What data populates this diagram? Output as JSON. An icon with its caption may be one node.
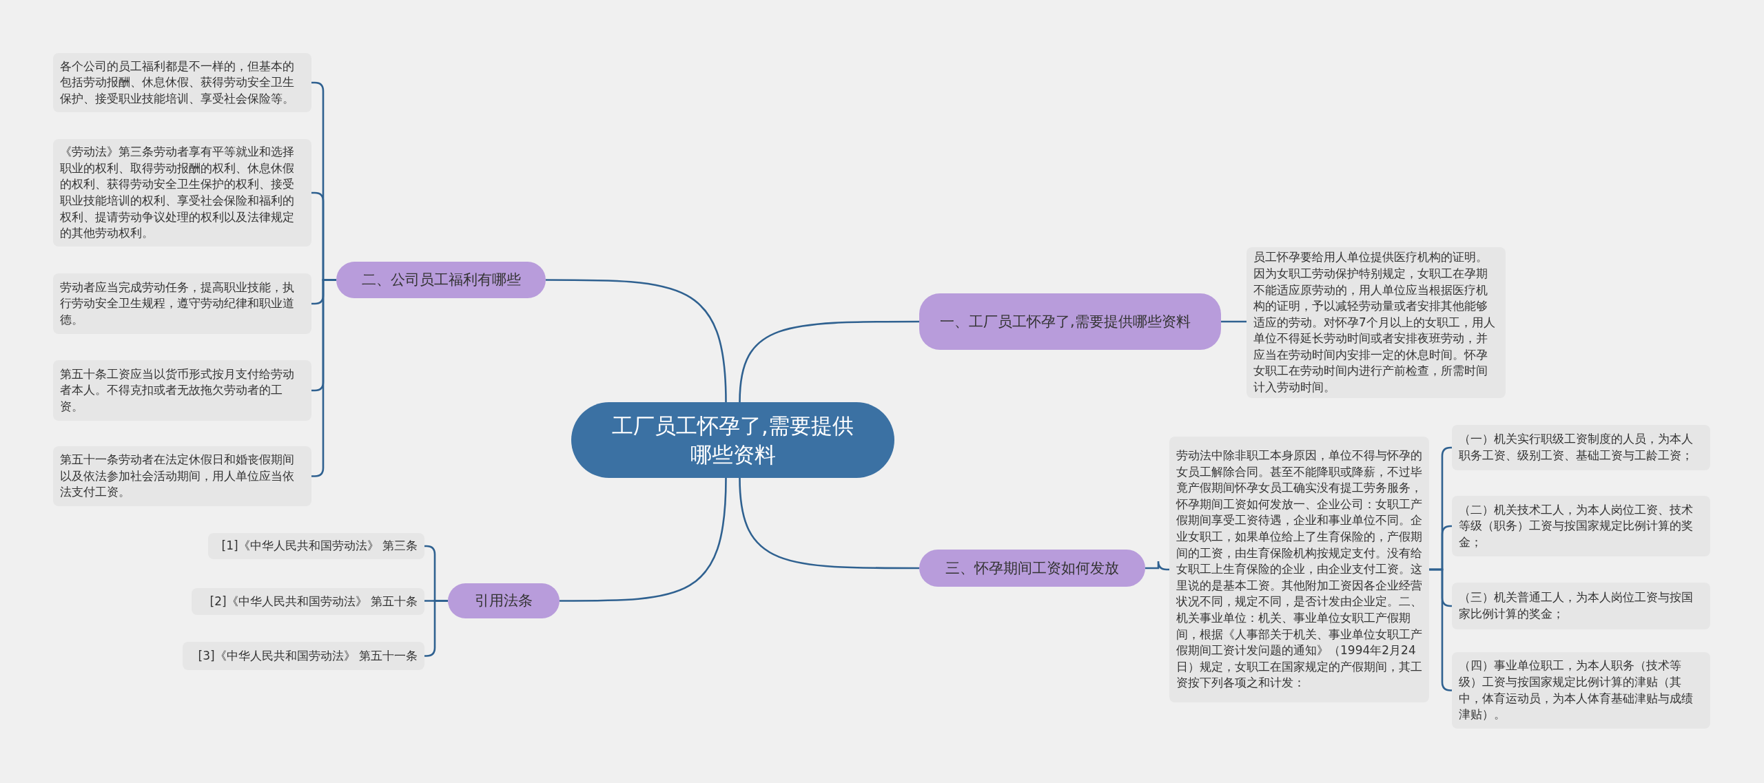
{
  "diagram": {
    "nodes": [
      {
        "text": [
          "工厂员工怀孕了,需要提供哪些资料"
        ]
      },
      {
        "text": [
          "一、工厂员工怀孕了,需要提供哪些资料"
        ]
      },
      {
        "text": [
          "员工怀孕要给用人单位提供医疗机构的证明。因为女职工劳动保护特别规定，女职工在孕期不能适应原劳动的，用人单位应当根据医疗机构的证明，予以减轻劳动量或者安排其他能够适应的劳动。对怀孕7个月以上的女职工，用人单位不得延长劳动时间或者安排夜班劳动，并应当在劳动时间内安排一定的休息时间。怀孕女职工在劳动时间内进行产前检查，所需时间计入劳动时间。"
        ]
      },
      {
        "text": [
          "二、公司员工福利有哪些"
        ]
      },
      {
        "text": [
          "各个公司的员工福利都是不一样的，但基本的包括劳动报酬、休息休假、获得劳动安全卫生保护、接受职业技能培训、享受社会保险等。"
        ]
      },
      {
        "text": [
          "《劳动法》第三条劳动者享有平等就业和选择职业的权利、取得劳动报酬的权利、休息休假的权利、获得劳动安全卫生保护的权利、接受职业技能培训的权利、享受社会保险和福利的权利、提请劳动争议处理的权利以及法律规定的其他劳动权利。"
        ]
      },
      {
        "text": [
          "劳动者应当完成劳动任务，提高职业技能，执行劳动安全卫生规程，遵守劳动纪律和职业道德。"
        ]
      },
      {
        "text": [
          "第五十条工资应当以货币形式按月支付给劳动者本人。不得克扣或者无故拖欠劳动者的工资。"
        ]
      },
      {
        "text": [
          "第五十一条劳动者在法定休假日和婚丧假期间以及依法参加社会活动期间，用人单位应当依法支付工资。"
        ]
      },
      {
        "text": [
          "三、怀孕期间工资如何发放"
        ]
      },
      {
        "text": [
          "劳动法中除非职工本身原因，单位不得与怀孕的女员工解除合同。甚至不能降职或降薪，不过毕竟产假期间怀孕女员工确实没有提工劳务服务，怀孕期间工资如何发放一、企业公司：女职工产假期间享受工资待遇，企业和事业单位不同。企业女职工，如果单位给上了生育保险的，产假期间的工资，由生育保险机构按规定支付。没有给女职工上生育保险的企业，由企业支付工资。这里说的是基本工资。其他附加工资因各企业经营状况不同，规定不同，是否计发由企业定。二、机关事业单位：机关、事业单位女职工产假期间，根据《人事部关于机关、事业单位女职工产假期间工资计发问题的通知》（1994年2月24日）规定，女职工在国家规定的产假期间，其工资按下列各项之和计发："
        ]
      },
      {
        "text": [
          "（一）机关实行职级工资制度的人员，为本人职务工资、级别工资、基础工资与工龄工资；"
        ]
      },
      {
        "text": [
          "（二）机关技术工人，为本人岗位工资、技术等级（职务）工资与按国家规定比例计算的奖金；"
        ]
      },
      {
        "text": [
          "（三）机关普通工人，为本人岗位工资与按国家比例计算的奖金；"
        ]
      },
      {
        "text": [
          "（四）事业单位职工，为本人职务（技术等级）工资与按国家规定比例计算的津贴（其中，体育运动员，为本人体育基础津贴与成绩津贴）。"
        ]
      },
      {
        "text": [
          "引用法条"
        ]
      },
      {
        "text": [
          "[1]《中华人民共和国劳动法》 第三条"
        ]
      },
      {
        "text": [
          "[2]《中华人民共和国劳动法》 第五十条"
        ]
      },
      {
        "text": [
          "[3]《中华人民共和国劳动法》 第五十一条"
        ]
      }
    ],
    "edges": [
      {
        "from": 0,
        "to": 1,
        "arrow": "none"
      },
      {
        "from": 1,
        "to": 2,
        "arrow": "none"
      },
      {
        "from": 0,
        "to": 3,
        "arrow": "none"
      },
      {
        "from": 3,
        "to": 4,
        "arrow": "none"
      },
      {
        "from": 3,
        "to": 5,
        "arrow": "none"
      },
      {
        "from": 3,
        "to": 6,
        "arrow": "none"
      },
      {
        "from": 3,
        "to": 7,
        "arrow": "none"
      },
      {
        "from": 3,
        "to": 8,
        "arrow": "none"
      },
      {
        "from": 0,
        "to": 9,
        "arrow": "none"
      },
      {
        "from": 9,
        "to": 10,
        "arrow": "none"
      },
      {
        "from": 10,
        "to": 11,
        "arrow": "none"
      },
      {
        "from": 10,
        "to": 12,
        "arrow": "none"
      },
      {
        "from": 10,
        "to": 13,
        "arrow": "none"
      },
      {
        "from": 10,
        "to": 14,
        "arrow": "none"
      },
      {
        "from": 0,
        "to": 15,
        "arrow": "none"
      },
      {
        "from": 15,
        "to": 16,
        "arrow": "none"
      },
      {
        "from": 15,
        "to": 17,
        "arrow": "none"
      },
      {
        "from": 15,
        "to": 18,
        "arrow": "none"
      }
    ]
  }
}
